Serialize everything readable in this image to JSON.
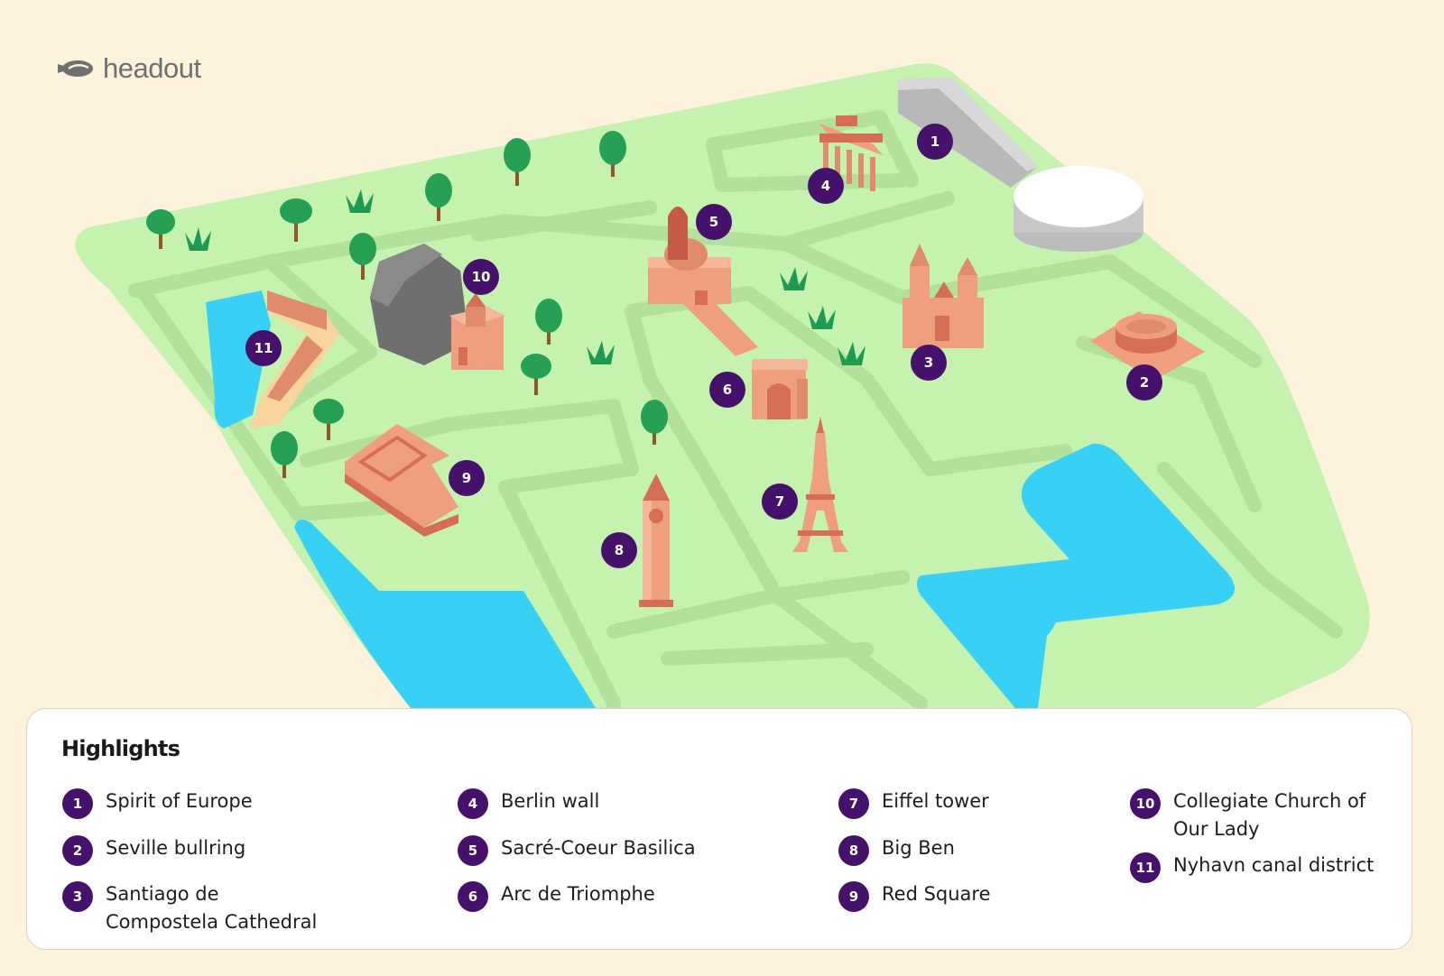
{
  "brand": {
    "name": "headout"
  },
  "colors": {
    "background": "#fdf3dc",
    "land": "#c6f2af",
    "path": "#b6e2a0",
    "water": "#39d0f5",
    "marker": "#46116b",
    "building": "#ef9e80",
    "building_dark": "#d56d57",
    "tree": "#25a055"
  },
  "markers": [
    {
      "id": "1",
      "name": "Spirit of Europe"
    },
    {
      "id": "2",
      "name": "Seville bullring"
    },
    {
      "id": "3",
      "name": "Santiago de Compostela Cathedral"
    },
    {
      "id": "4",
      "name": "Berlin wall"
    },
    {
      "id": "5",
      "name": "Sacré-Coeur Basilica"
    },
    {
      "id": "6",
      "name": "Arc de Triomphe"
    },
    {
      "id": "7",
      "name": "Eiffel tower"
    },
    {
      "id": "8",
      "name": "Big Ben"
    },
    {
      "id": "9",
      "name": "Red Square"
    },
    {
      "id": "10",
      "name": "Collegiate Church of Our Lady"
    },
    {
      "id": "11",
      "name": "Nyhavn canal district"
    }
  ],
  "legend": {
    "title": "Highlights",
    "items": [
      {
        "num": "1",
        "label": "Spirit of Europe"
      },
      {
        "num": "2",
        "label": "Seville bullring"
      },
      {
        "num": "3",
        "label": "Santiago de Compostela Cathedral"
      },
      {
        "num": "4",
        "label": "Berlin wall"
      },
      {
        "num": "5",
        "label": "Sacré-Coeur Basilica"
      },
      {
        "num": "6",
        "label": "Arc de Triomphe"
      },
      {
        "num": "7",
        "label": "Eiffel tower"
      },
      {
        "num": "8",
        "label": "Big Ben"
      },
      {
        "num": "9",
        "label": "Red Square"
      },
      {
        "num": "10",
        "label": "Collegiate Church of Our Lady"
      },
      {
        "num": "11",
        "label": "Nyhavn canal district"
      }
    ]
  }
}
